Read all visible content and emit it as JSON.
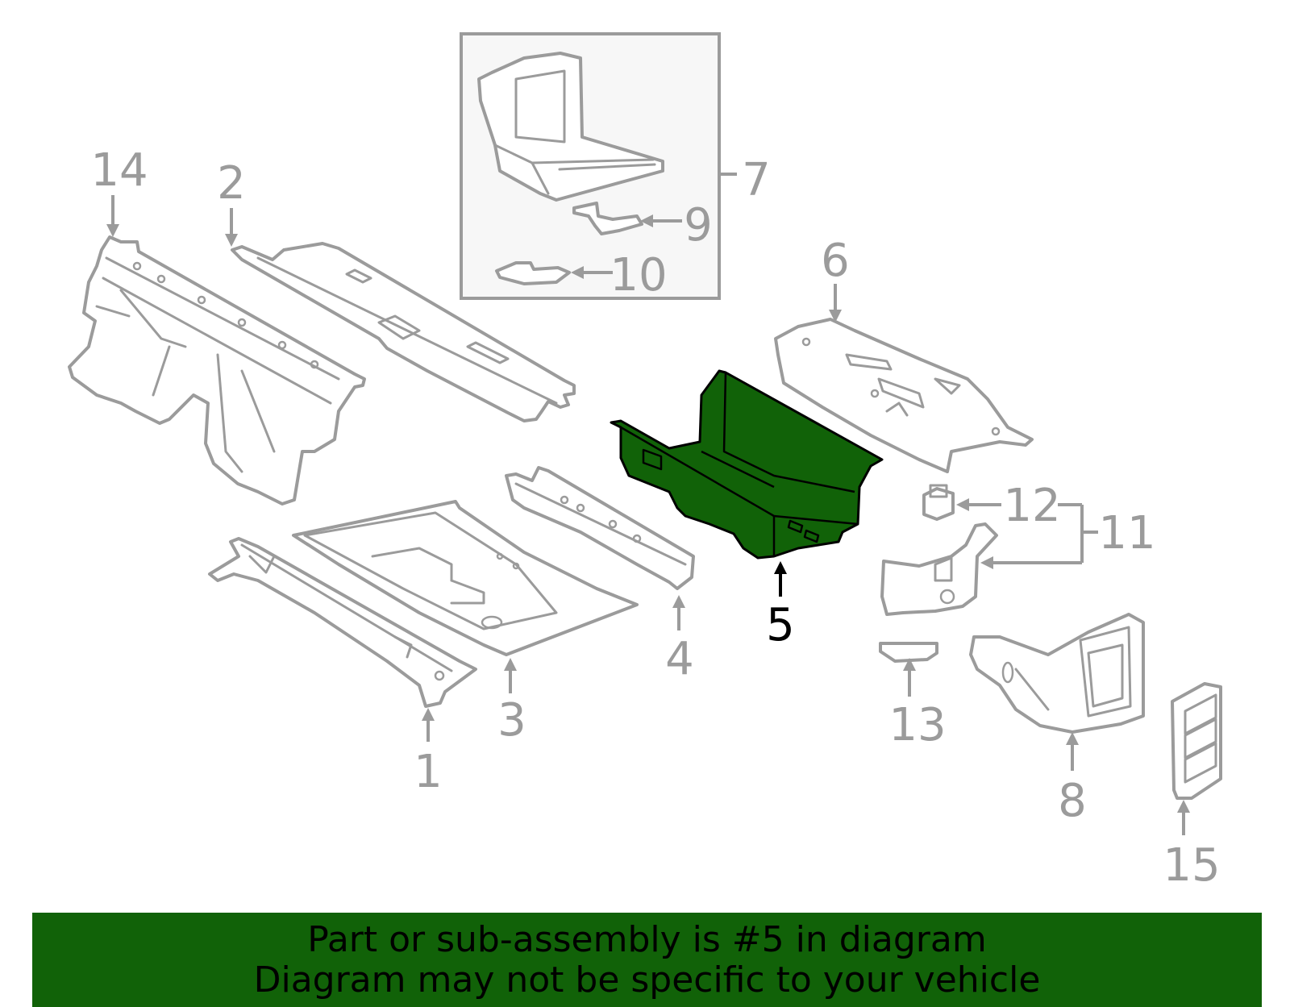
{
  "diagram": {
    "highlighted_part": "5",
    "callouts": [
      "1",
      "2",
      "3",
      "4",
      "5",
      "6",
      "7",
      "8",
      "9",
      "10",
      "11",
      "12",
      "13",
      "14",
      "15"
    ],
    "colors": {
      "highlight": "#116208",
      "line": "#9b9b9b",
      "banner": "#116208",
      "text": "#000000"
    }
  },
  "banner": {
    "line1": "Part or sub-assembly is #5 in diagram",
    "line2": "Diagram may not be specific to your vehicle"
  }
}
